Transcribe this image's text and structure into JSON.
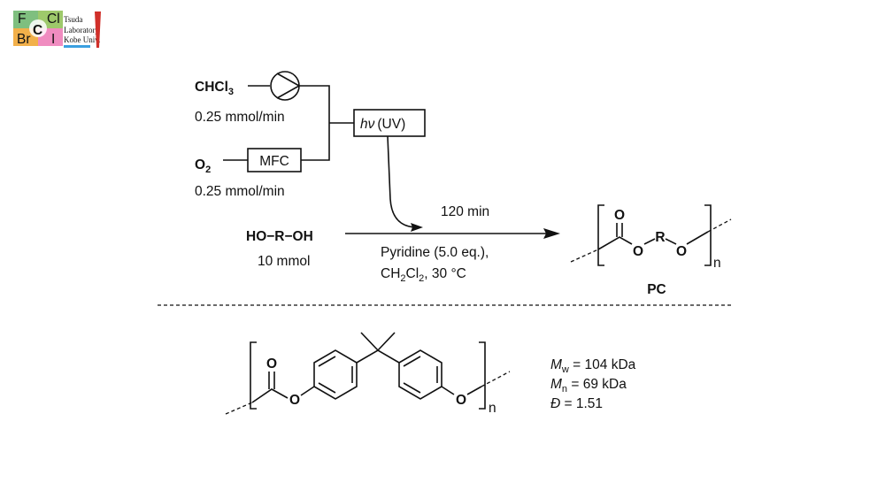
{
  "logo": {
    "cells": [
      "F",
      "Cl",
      "Br",
      "I",
      "C"
    ],
    "line1": "Tsuda",
    "line2": "Laboratory",
    "line3": "Kobe Univ."
  },
  "flow": {
    "chcl3_label": "CHCl",
    "chcl3_sub": "3",
    "chcl3_rate": "0.25 mmol/min",
    "o2_label": "O",
    "o2_sub": "2",
    "o2_rate": "0.25 mmol/min",
    "mfc_label": "MFC",
    "uv_label_h": "hν",
    "uv_label": "(UV)"
  },
  "reaction": {
    "reactant": "HO−R−OH",
    "reactant_amount": "10 mmol",
    "time": "120 min",
    "cond1": "Pyridine (5.0 eq.),",
    "cond2_a": "CH",
    "cond2_s1": "2",
    "cond2_b": "Cl",
    "cond2_s2": "2",
    "cond2_c": ", 30 °C",
    "product_label": "PC",
    "atom_o": "O",
    "atom_r": "R",
    "n": "n"
  },
  "bpa_pc": {
    "atom_o": "O",
    "n": "n",
    "mw_sym": "M",
    "mw_sub": "w",
    "mw_val": " = 104 kDa",
    "mn_sym": "M",
    "mn_sub": "n",
    "mn_val": " = 69 kDa",
    "d_sym": "Đ",
    "d_val": " = 1.51"
  }
}
